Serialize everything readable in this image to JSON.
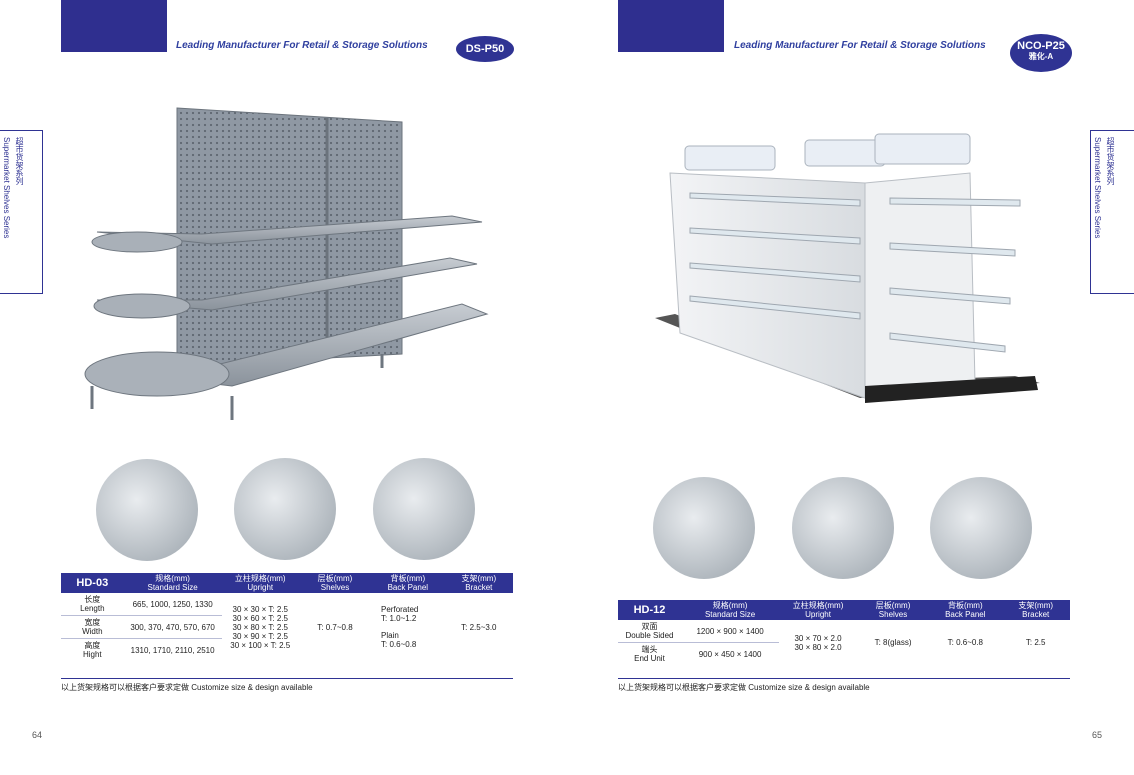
{
  "left_page": {
    "tagline": "Leading Manufacturer For Retail & Storage Solutions",
    "badge": "DS-P50",
    "side_tab": {
      "en": "Supermarket Shelves Series",
      "cn": "超市货架系列"
    },
    "table": {
      "code": "HD-03",
      "headers": [
        {
          "cn": "规格(mm)",
          "en": "Standard Size"
        },
        {
          "cn": "立柱规格(mm)",
          "en": "Upright"
        },
        {
          "cn": "层板(mm)",
          "en": "Shelves"
        },
        {
          "cn": "背板(mm)",
          "en": "Back Panel"
        },
        {
          "cn": "支架(mm)",
          "en": "Bracket"
        }
      ],
      "rows": [
        {
          "cn": "长度",
          "en": "Length",
          "size": "665, 1000, 1250, 1330"
        },
        {
          "cn": "宽度",
          "en": "Width",
          "size": "300, 370, 470, 570, 670"
        },
        {
          "cn": "高度",
          "en": "Hight",
          "size": "1310, 1710, 2110, 2510"
        }
      ],
      "upright": [
        "30 × 30 × T: 2.5",
        "30 × 60 × T: 2.5",
        "30 × 80 × T: 2.5",
        "30 × 90 × T: 2.5",
        "30 × 100 × T: 2.5"
      ],
      "shelves": "T: 0.7~0.8",
      "back_panel": [
        "Perforated",
        "T: 1.0~1.2",
        "Plain",
        "T: 0.6~0.8"
      ],
      "bracket": "T: 2.5~3.0"
    },
    "note": "以上货架规格可以根据客户要求定做  Customize size & design available",
    "page_number": "64"
  },
  "right_page": {
    "tagline": "Leading Manufacturer For Retail & Storage Solutions",
    "badge": "NCO-P25",
    "badge_sub": "雅化-A",
    "side_tab": {
      "en": "Supermarket Shelves Series",
      "cn": "超市货架系列"
    },
    "table": {
      "code": "HD-12",
      "headers": [
        {
          "cn": "规格(mm)",
          "en": "Standard Size"
        },
        {
          "cn": "立柱规格(mm)",
          "en": "Upright"
        },
        {
          "cn": "层板(mm)",
          "en": "Shelves"
        },
        {
          "cn": "背板(mm)",
          "en": "Back Panel"
        },
        {
          "cn": "支架(mm)",
          "en": "Bracket"
        }
      ],
      "rows": [
        {
          "cn": "双面",
          "en": "Double Sided",
          "size": "1200 × 900 × 1400"
        },
        {
          "cn": "端头",
          "en": "End Unit",
          "size": "900 × 450 × 1400"
        }
      ],
      "upright": [
        "30 × 70 × 2.0",
        "30 × 80 × 2.0"
      ],
      "shelves": "T: 8(glass)",
      "back_panel": "T: 0.6~0.8",
      "bracket": "T: 2.5"
    },
    "note": "以上货架规格可以根据客户要求定做  Customize size & design available",
    "page_number": "65"
  },
  "colors": {
    "brand_blue": "#2f3393"
  }
}
